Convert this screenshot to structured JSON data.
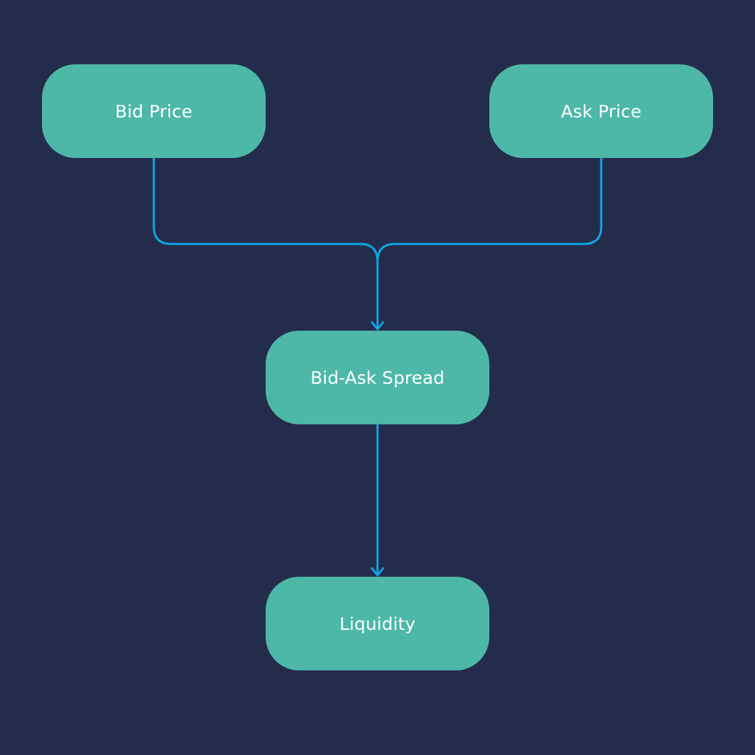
{
  "colors": {
    "background": "#242c4c",
    "node_fill": "#4db8a8",
    "node_text": "#ffffff",
    "connector": "#10a6e6"
  },
  "nodes": {
    "bid_price": "Bid Price",
    "ask_price": "Ask Price",
    "bid_ask_spread": "Bid-Ask Spread",
    "liquidity": "Liquidity"
  }
}
